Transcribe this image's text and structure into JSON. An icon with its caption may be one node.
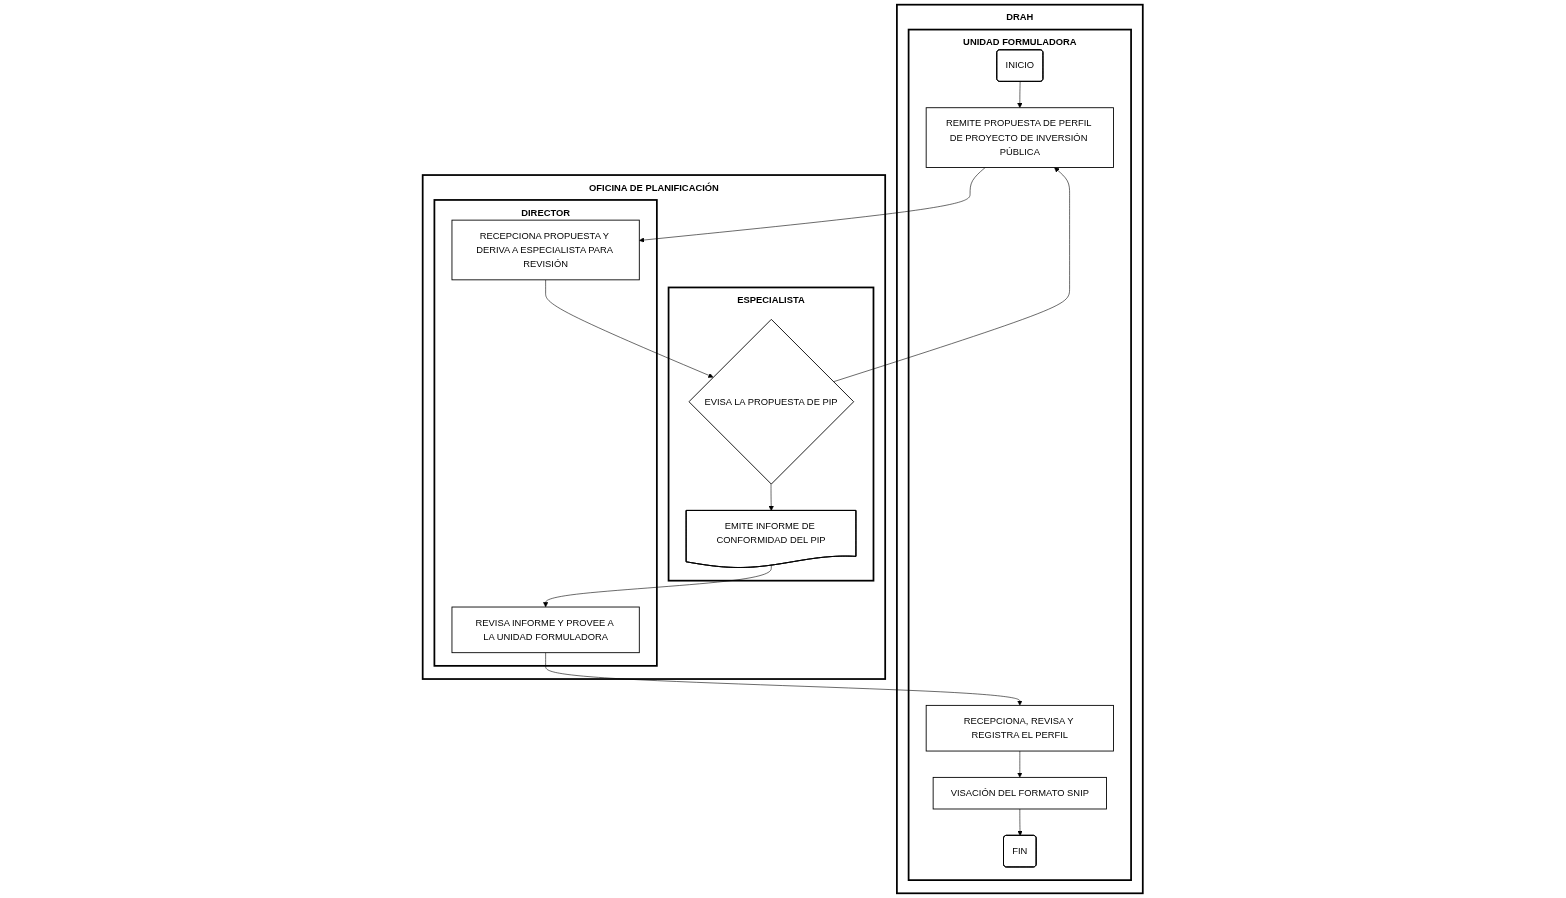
{
  "diagram": {
    "nodes": [
      {
        "text": [
          "DRAH"
        ]
      },
      {
        "text": [
          "UNIDAD FORMULADORA"
        ],
        "in": 0
      },
      {
        "text": [
          "OFICINA DE PLANIFICACIÓN"
        ]
      },
      {
        "text": [
          "ESPECIALISTA"
        ],
        "in": 2
      },
      {
        "text": [
          "DIRECTOR"
        ],
        "in": 2
      },
      {
        "text": [
          "INICIO"
        ],
        "in": 1
      },
      {
        "text": [
          "REMITE PROPUESTA DE PERFIL DE PROYECTO DE INVERSIÓN PÚBLICA"
        ],
        "in": 1
      },
      {
        "text": [
          "RECEPCIONA PROPUESTA Y DERIVA A ESPECIALISTA PARA REVISIÓN"
        ],
        "in": 4
      },
      {
        "text": [
          "EVISA LA PROPUESTA DE PIP"
        ],
        "in": 3
      },
      {
        "text": [
          "EMITE INFORME DE CONFORMIDAD DEL PIP"
        ],
        "in": 3
      },
      {
        "text": [
          "REVISA INFORME Y PROVEE A LA UNIDAD FORMULADORA"
        ],
        "in": 4
      },
      {
        "text": [
          "RECEPCIONA, REVISA Y REGISTRA EL PERFIL"
        ],
        "in": 1
      },
      {
        "text": [
          "VISACIÓN DEL FORMATO SNIP"
        ],
        "in": 1
      },
      {
        "text": [
          "FIN"
        ],
        "in": 1
      }
    ],
    "edges": [
      {
        "from": 5,
        "to": 6,
        "arrow": "to"
      },
      {
        "from": 6,
        "to": 7,
        "arrow": "to"
      },
      {
        "from": 7,
        "to": 8,
        "arrow": "to"
      },
      {
        "from": 8,
        "to": 6,
        "arrow": "to"
      },
      {
        "from": 8,
        "to": 9,
        "arrow": "to"
      },
      {
        "from": 9,
        "to": 10,
        "arrow": "to"
      },
      {
        "from": 10,
        "to": 11,
        "arrow": "to"
      },
      {
        "from": 11,
        "to": 12,
        "arrow": "to"
      },
      {
        "from": 12,
        "to": 13,
        "arrow": "to"
      }
    ]
  }
}
